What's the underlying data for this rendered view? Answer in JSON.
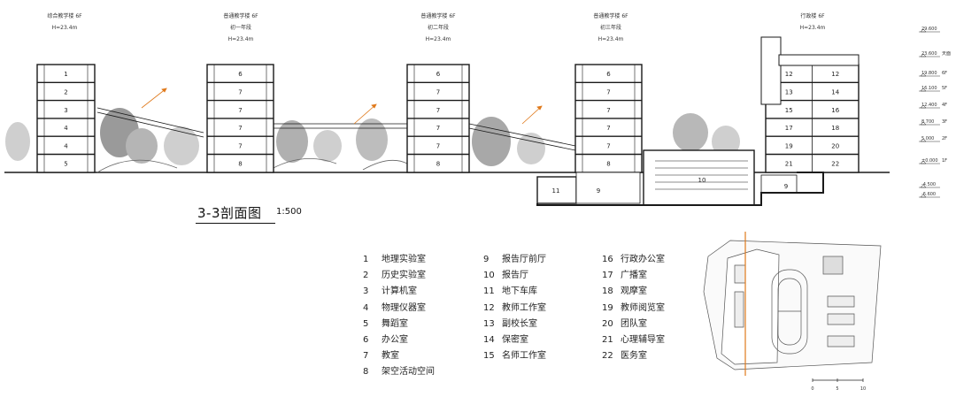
{
  "buildings": [
    {
      "name": "综合教学楼 6F",
      "line2": "H=23.4m",
      "line3": ""
    },
    {
      "name": "普通教学楼 6F",
      "line2": "初一年段",
      "line3": "H=23.4m"
    },
    {
      "name": "普通教学楼 6F",
      "line2": "初二年段",
      "line3": "H=23.4m"
    },
    {
      "name": "普通教学楼 6F",
      "line2": "初三年段",
      "line3": "H=23.4m"
    },
    {
      "name": "行政楼 6F",
      "line2": "H=23.4m",
      "line3": ""
    }
  ],
  "levels": [
    {
      "value": "29.600",
      "label": ""
    },
    {
      "value": "23.600",
      "label": "天面"
    },
    {
      "value": "19.800",
      "label": "6F"
    },
    {
      "value": "16.100",
      "label": "5F"
    },
    {
      "value": "12.400",
      "label": "4F"
    },
    {
      "value": "8.700",
      "label": "3F"
    },
    {
      "value": "5.000",
      "label": "2F"
    },
    {
      "value": "±0.000",
      "label": "1F"
    },
    {
      "value": "-4.500",
      "label": ""
    },
    {
      "value": "-6.600",
      "label": ""
    }
  ],
  "bldgA_rooms": [
    "1",
    "2",
    "3",
    "4",
    "4",
    "5"
  ],
  "bldgB_rooms": [
    "6",
    "7",
    "7",
    "7",
    "7",
    "8"
  ],
  "bldgC_rooms": [
    "6",
    "7",
    "7",
    "7",
    "7",
    "8"
  ],
  "bldgD_rooms": [
    "6",
    "7",
    "7",
    "7",
    "7",
    "8"
  ],
  "bldgE_rooms": [
    "12",
    "12",
    "13",
    "14",
    "15",
    "16",
    "17",
    "18",
    "19",
    "20",
    "21",
    "22"
  ],
  "basement_rooms": [
    "11",
    "9",
    "10",
    "9"
  ],
  "section": {
    "title": "3-3剖面图",
    "scale": "1:500"
  },
  "legend": [
    {
      "num": "1",
      "label": "地理实验室"
    },
    {
      "num": "2",
      "label": "历史实验室"
    },
    {
      "num": "3",
      "label": "计算机室"
    },
    {
      "num": "4",
      "label": "物理仪器室"
    },
    {
      "num": "5",
      "label": "舞蹈室"
    },
    {
      "num": "6",
      "label": "办公室"
    },
    {
      "num": "7",
      "label": "教室"
    },
    {
      "num": "8",
      "label": "架空活动空间"
    },
    {
      "num": "9",
      "label": "报告厅前厅"
    },
    {
      "num": "10",
      "label": "报告厅"
    },
    {
      "num": "11",
      "label": "地下车库"
    },
    {
      "num": "12",
      "label": "教师工作室"
    },
    {
      "num": "13",
      "label": "副校长室"
    },
    {
      "num": "14",
      "label": "保密室"
    },
    {
      "num": "15",
      "label": "名师工作室"
    },
    {
      "num": "16",
      "label": "行政办公室"
    },
    {
      "num": "17",
      "label": "广播室"
    },
    {
      "num": "18",
      "label": "观摩室"
    },
    {
      "num": "19",
      "label": "教师阅览室"
    },
    {
      "num": "20",
      "label": "团队室"
    },
    {
      "num": "21",
      "label": "心理辅导室"
    },
    {
      "num": "22",
      "label": "医务室"
    }
  ],
  "scalebar": [
    "0",
    "5",
    "10"
  ],
  "colors": {
    "line": "#1a1a1a",
    "tree": "#c8c8c8",
    "accent": "#e07a1c"
  }
}
